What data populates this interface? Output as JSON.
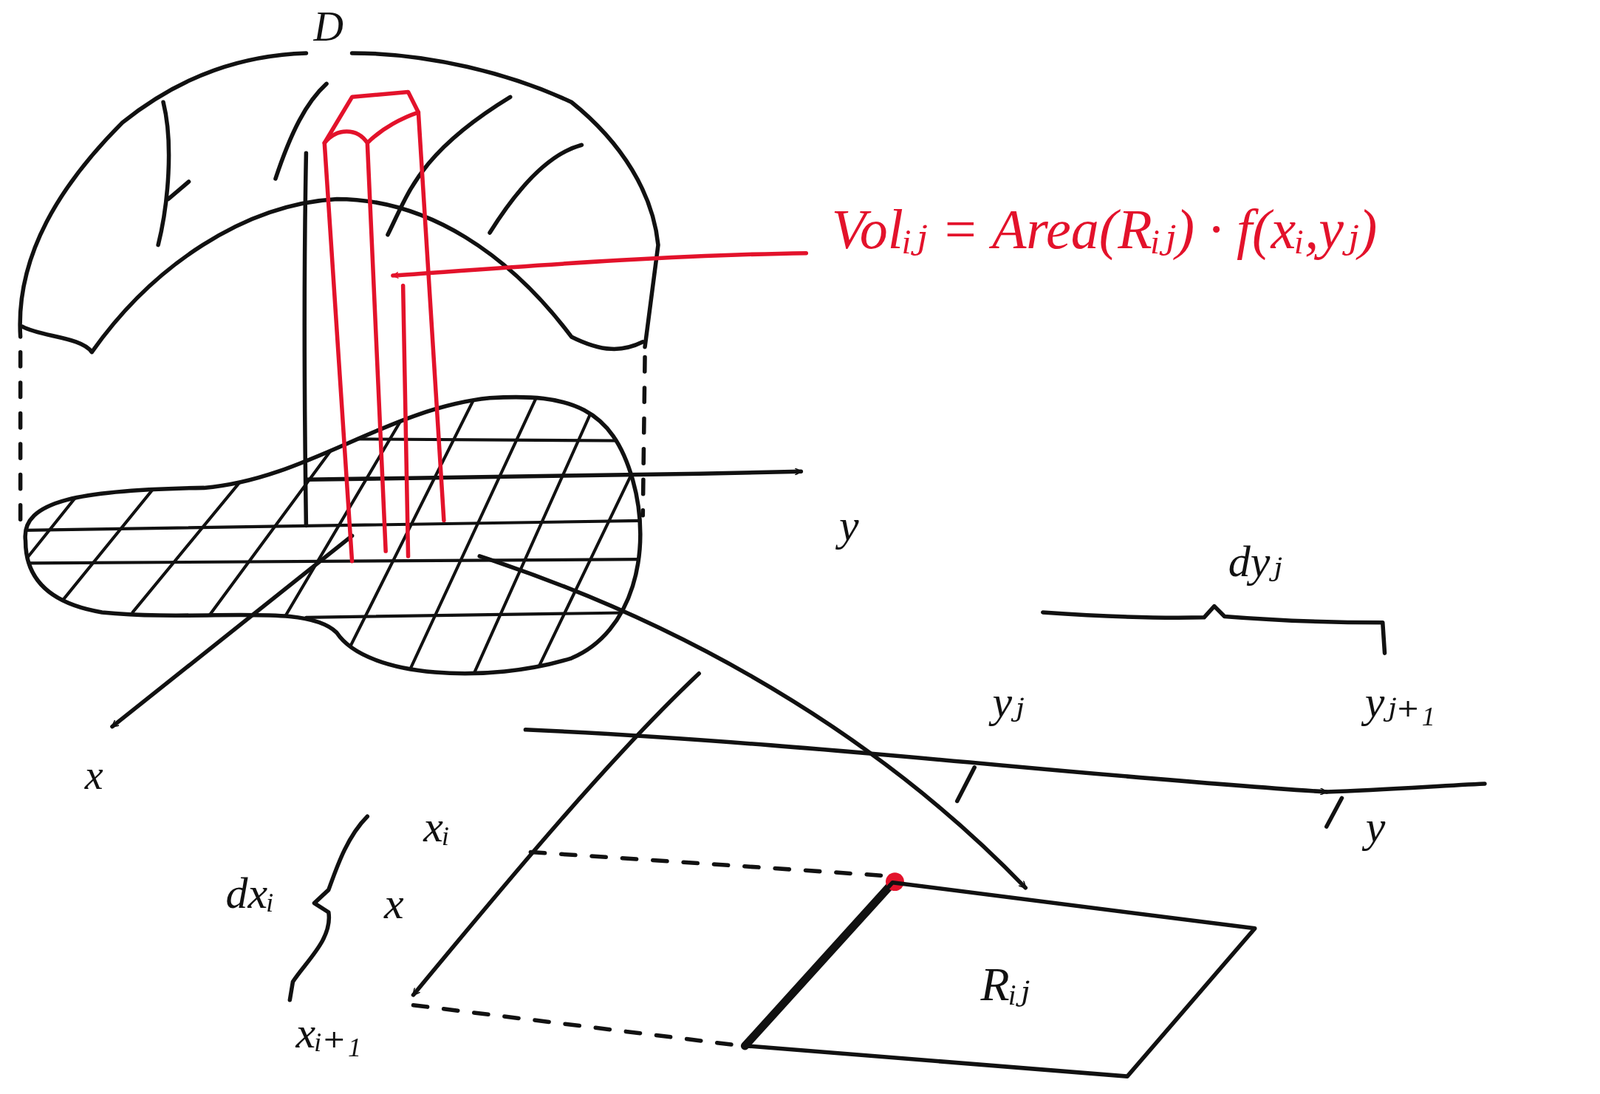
{
  "diagram": {
    "nodes": [
      {
        "text": [
          "Rᵢⱼ"
        ]
      }
    ],
    "labels": [
      "Volᵢⱼ = Area(Rᵢⱼ) · f(xᵢ,yⱼ)",
      "D",
      "y",
      "x",
      "dyⱼ",
      "yⱼ",
      "yⱼ₊₁",
      "y",
      "xᵢ",
      "dxᵢ",
      "x",
      "xᵢ₊₁"
    ]
  }
}
